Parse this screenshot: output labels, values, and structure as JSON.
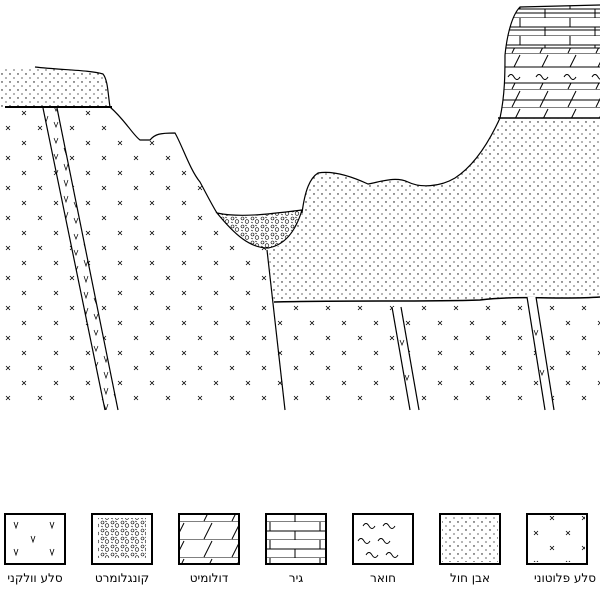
{
  "diagram": {
    "type": "geological cross-section",
    "colors": {
      "line": "#000000",
      "background": "#ffffff"
    }
  },
  "legend": {
    "items": [
      {
        "key": "volcanic",
        "label": "סלע וולקני",
        "pattern": "v-marks"
      },
      {
        "key": "conglomerate",
        "label": "קונגלומרט",
        "pattern": "pebbles"
      },
      {
        "key": "dolomite",
        "label": "דולומיט",
        "pattern": "slanted-bricks"
      },
      {
        "key": "limestone",
        "label": "גיר",
        "pattern": "bricks"
      },
      {
        "key": "marl",
        "label": "חואר",
        "pattern": "tildes"
      },
      {
        "key": "sandstone",
        "label": "אבן חול",
        "pattern": "dots"
      },
      {
        "key": "plutonic",
        "label": "סלע פלוטוני",
        "pattern": "crosses"
      }
    ]
  }
}
